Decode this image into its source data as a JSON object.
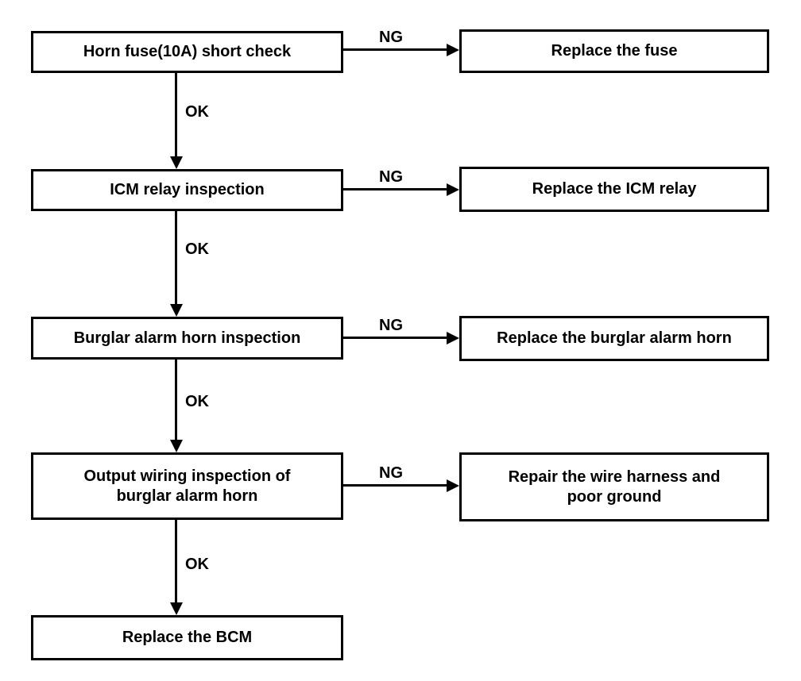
{
  "flow": {
    "connector_ok": "OK",
    "connector_ng": "NG",
    "steps": [
      {
        "check": "Horn fuse(10A) short check",
        "ng_action": "Replace the fuse"
      },
      {
        "check": "ICM relay inspection",
        "ng_action": "Replace the ICM relay"
      },
      {
        "check": "Burglar alarm horn inspection",
        "ng_action": "Replace the burglar alarm horn"
      },
      {
        "check": "Output wiring inspection of\nburglar alarm horn",
        "ng_action": "Repair the wire harness and\npoor ground"
      }
    ],
    "final_action": "Replace the BCM",
    "colors": {
      "line": "#000000",
      "text": "#000000",
      "background": "#ffffff"
    }
  }
}
